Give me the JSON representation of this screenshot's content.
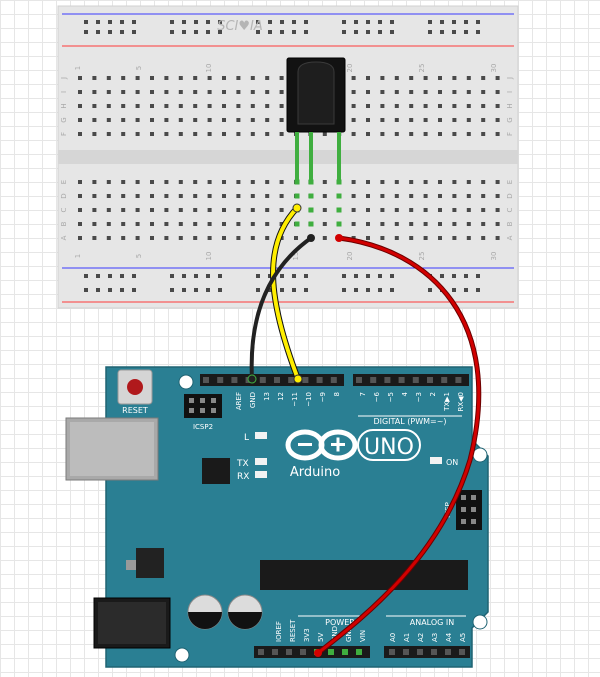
{
  "breadboard": {
    "watermark": "SCI♥IA",
    "column_numbers_top": [
      "1",
      "5",
      "10",
      "15",
      "20",
      "25",
      "30"
    ],
    "column_numbers_bottom": [
      "1",
      "5",
      "10",
      "15",
      "20",
      "25",
      "30"
    ],
    "row_letters_top": [
      "J",
      "I",
      "H",
      "G",
      "F"
    ],
    "row_letters_bottom": [
      "E",
      "D",
      "C",
      "B",
      "A"
    ]
  },
  "arduino": {
    "reset_label": "RESET",
    "icsp2_label": "ICSP2",
    "icsp_label": "ICSP",
    "led_l": "L",
    "led_tx": "TX",
    "led_rx": "RX",
    "on_label": "ON",
    "brand": "Arduino",
    "model": "UNO",
    "digital_label": "DIGITAL (PWM=~)",
    "power_label": "POWER",
    "analog_label": "ANALOG IN",
    "digital_pins": [
      "AREF",
      "GND",
      "13",
      "12",
      "~11",
      "~10",
      "~9",
      "8",
      "7",
      "~6",
      "~5",
      "4",
      "~3",
      "2",
      "TX▶1",
      "RX◀0"
    ],
    "power_pins": [
      "IOREF",
      "RESET",
      "3V3",
      "5V",
      "GND",
      "GND",
      "VIN"
    ],
    "analog_pins": [
      "A0",
      "A1",
      "A2",
      "A3",
      "A4",
      "A5"
    ]
  },
  "colors": {
    "board": "#2a7f93",
    "header": "#1a1a1a",
    "breadboard": "#e8e8e8",
    "wire_signal": "#ffee00",
    "wire_ground": "#202020",
    "wire_power": "#d20000",
    "sensor_legs": "#33aa33"
  }
}
